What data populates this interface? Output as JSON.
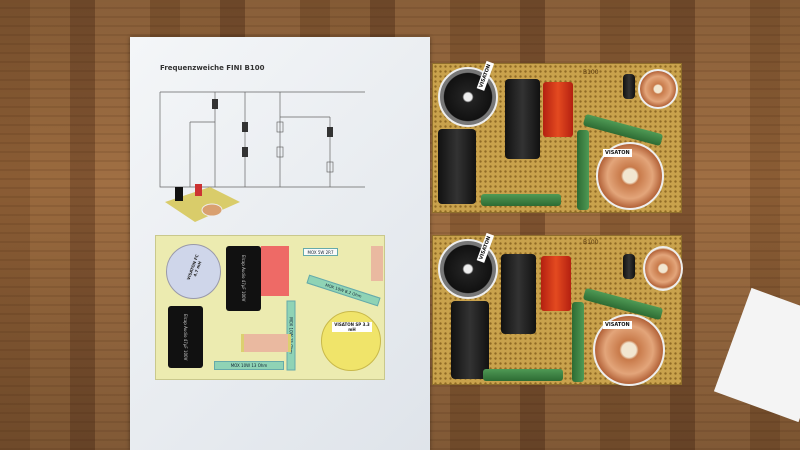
{
  "paper": {
    "title": "Frequenzweiche FINI B100",
    "layout_labels": {
      "coil_big": "VISATON FC 4.7 mH",
      "coil_yellow": "VISATON SP 3.3 mH",
      "res_2r7": "MOX 5W 2R7",
      "res_8r2": "MOX 10W 8.2 Ohm",
      "res_15": "MOX 10W 15 Ohm",
      "res_13": "MOX 10W 13 Ohm",
      "cap1": "Elcap Audio 47µF 100V",
      "cap2": "Elcap Audio 47µF 100V"
    }
  },
  "boards": [
    {
      "label": "B100",
      "coil1": "VISATON",
      "coil2": "VISATON"
    },
    {
      "label": "B100",
      "coil1": "VISATON",
      "coil2": "VISATON"
    }
  ]
}
